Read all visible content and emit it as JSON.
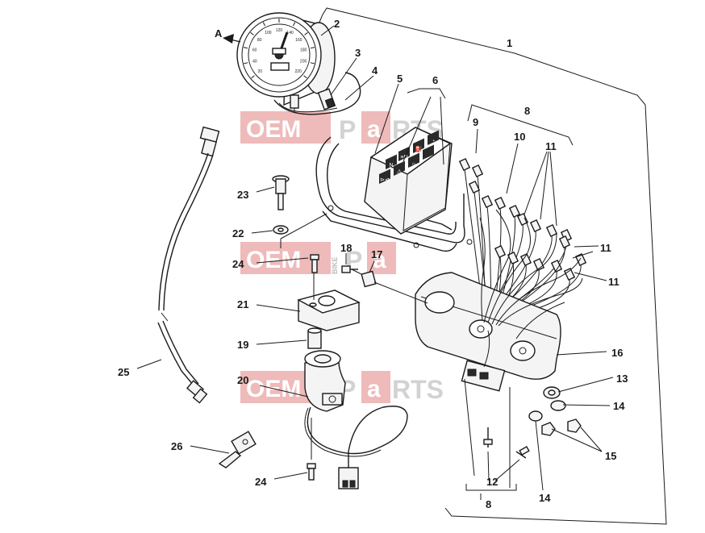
{
  "diagram": {
    "view_label": "A",
    "callouts": [
      {
        "id": "c1",
        "text": "1"
      },
      {
        "id": "c2",
        "text": "2"
      },
      {
        "id": "c3",
        "text": "3"
      },
      {
        "id": "c4",
        "text": "4"
      },
      {
        "id": "c5",
        "text": "5"
      },
      {
        "id": "c6",
        "text": "6"
      },
      {
        "id": "c8a",
        "text": "8"
      },
      {
        "id": "c9",
        "text": "9"
      },
      {
        "id": "c10",
        "text": "10"
      },
      {
        "id": "c11a",
        "text": "11"
      },
      {
        "id": "c11b",
        "text": "11"
      },
      {
        "id": "c11c",
        "text": "11"
      },
      {
        "id": "c12",
        "text": "12"
      },
      {
        "id": "c8b",
        "text": "8"
      },
      {
        "id": "c13",
        "text": "13"
      },
      {
        "id": "c14a",
        "text": "14"
      },
      {
        "id": "c14b",
        "text": "14"
      },
      {
        "id": "c15",
        "text": "15"
      },
      {
        "id": "c16",
        "text": "16"
      },
      {
        "id": "c17",
        "text": "17"
      },
      {
        "id": "c18",
        "text": "18"
      },
      {
        "id": "c19",
        "text": "19"
      },
      {
        "id": "c20",
        "text": "20"
      },
      {
        "id": "c21",
        "text": "21"
      },
      {
        "id": "c22",
        "text": "22"
      },
      {
        "id": "c23",
        "text": "23"
      },
      {
        "id": "c24a",
        "text": "24"
      },
      {
        "id": "c24b",
        "text": "24"
      },
      {
        "id": "c25",
        "text": "25"
      },
      {
        "id": "c26",
        "text": "26"
      }
    ],
    "gauge_numbers": [
      "20",
      "40",
      "60",
      "80",
      "100",
      "120",
      "140",
      "160",
      "180",
      "200",
      "220"
    ],
    "warning_symbols": [
      "N",
      "≡D",
      "⛽",
      "◔",
      "⊳⊲",
      "⚠",
      "☼"
    ]
  },
  "watermark": {
    "brand_left": "OEM",
    "brand_right_1": "P",
    "brand_right_2": "a",
    "brand_right_3": "RTS",
    "bike_word": "BIKE",
    "color_red": "#e39a9a",
    "color_grey": "#c6c6c6"
  },
  "colors": {
    "line": "#1a1a1a",
    "background": "#ffffff"
  }
}
